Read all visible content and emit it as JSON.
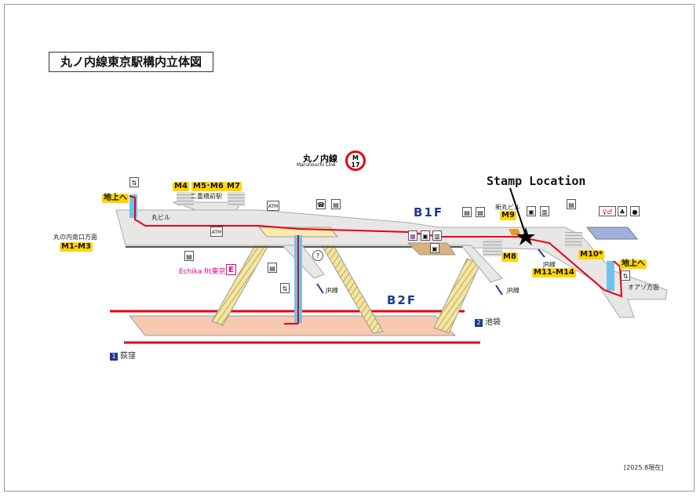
{
  "title": "丸ノ内線東京駅構内立体図",
  "line_logo": {
    "name_ja": "丸ノ内線",
    "name_en": "Marunouchi Line",
    "code_letter": "M",
    "code_number": "17",
    "color": "#e60012"
  },
  "stamp_label": "Stamp Location",
  "floors": {
    "b1": "B1F",
    "b2": "B2F"
  },
  "exits": {
    "m1_m3": "M1-M3",
    "m4": "M4",
    "m5_m6": "M5･M6",
    "m7": "M7",
    "m8": "M8",
    "m9": "M9",
    "m10": "M10*",
    "m11_m14": "M11-M14",
    "to_ground_left": "地上へ",
    "to_ground_right": "地上へ"
  },
  "labels": {
    "marunouchi_south": "丸の内南口方面",
    "maru_building": "丸ビル",
    "nijubashimae": "二重橋前駅",
    "shin_maru_building": "新丸ビル",
    "echika": "Echika fit東京",
    "echika_mark": "E",
    "jr_1": "JR線",
    "jr_2": "JR線",
    "jr_3": "JR線",
    "oazo": "オアゾ方面",
    "ikebukuro_num": "2",
    "ikebukuro": "池袋",
    "ogikubo_num": "1",
    "ogikubo": "荻窪",
    "date": "[2025.8現在]",
    "atm": "ATM"
  },
  "colors": {
    "route": "#e60012",
    "exit_label": "#ffd400",
    "floor_label": "#1f3a8a",
    "platform": "#f6c9b0",
    "concourse": "#e9e6e6"
  }
}
